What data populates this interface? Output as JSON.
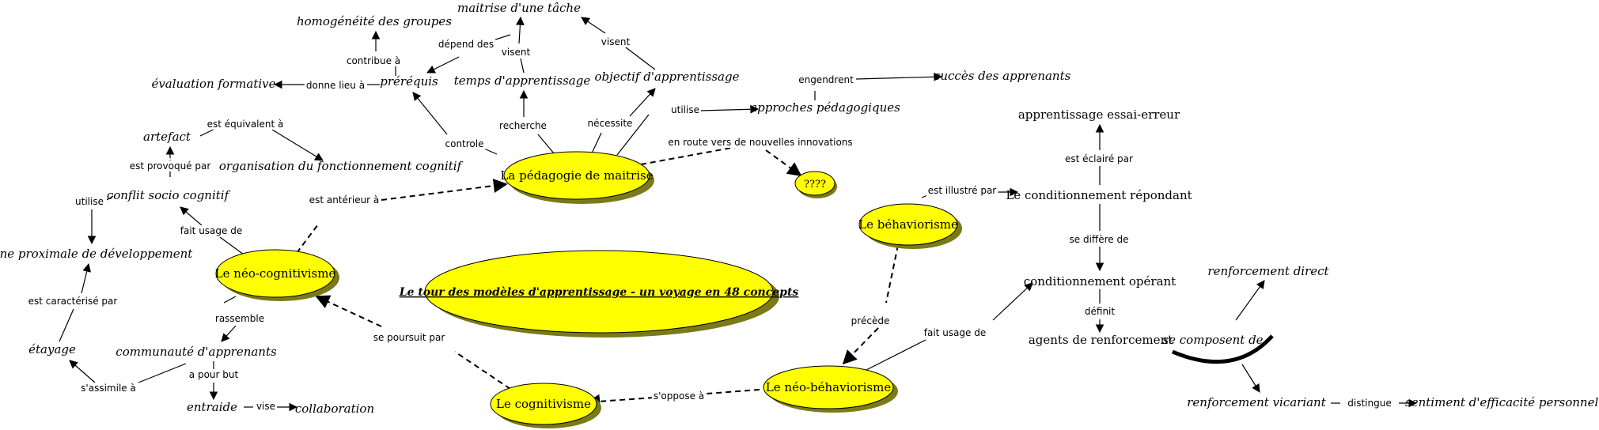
{
  "title": "Le tour des modèles d'apprentissage - un voyage en 48 concepts",
  "bubbles": {
    "pedagogie": "La pédagogie de maitrise",
    "neo_cognitivisme": "Le néo-cognitivisme",
    "cognitivisme": "Le cognitivisme",
    "neo_behaviorisme": "Le néo-béhaviorisme",
    "behaviorisme": "Le béhaviorisme",
    "unknown": "????"
  },
  "concepts": {
    "homogeneite": "homogénéité des groupes",
    "maitrise_tache": "maitrise d'une tâche",
    "evaluation_formative": "évaluation formative",
    "prerequis": "préréquis",
    "temps": "temps d'apprentissage",
    "objectif": "objectif d'apprentissage",
    "succes": "succès des apprenants",
    "approches": "approches pédagogiques",
    "artefact": "artefact",
    "organisation": "organisation du fonctionnement cognitif",
    "conflit": "conflit socio cognitif",
    "zone": "zone proximale de développement",
    "etayage": "étayage",
    "communaute": "communauté d'apprenants",
    "entraide": "entraide",
    "collaboration": "collaboration",
    "essai_erreur": "apprentissage essai-erreur",
    "conditionnement_repondant": "Le conditionnement répondant",
    "conditionnement_operant": "conditionnement opérant",
    "agents": "agents de renforcement",
    "se_composent": "se composent de",
    "renforcement_direct": "renforcement direct",
    "renforcement_vicariant": "renforcement vicariant",
    "efficacite": "sentiment d'efficacité personnelle"
  },
  "links": {
    "contribue": "contribue à",
    "depend": "dépend des",
    "visent1": "visent",
    "visent2": "visent",
    "donne_lieu": "donne lieu à",
    "engendrent": "engendrent",
    "utilise1": "utilise",
    "controle": "controle",
    "recherche": "recherche",
    "necessite": "nécessite",
    "en_route": "en route vers de nouvelles innovations",
    "equivalent": "est équivalent à",
    "provoque": "est provoqué par",
    "utilise2": "utilise",
    "anterieur": "est antérieur à",
    "fait_usage1": "fait usage de",
    "caracterise": "est caractérisé par",
    "rassemble": "rassemble",
    "poursuit": "se poursuit par",
    "assimile": "s'assimile à",
    "but": "a pour but",
    "vise": "vise",
    "oppose": "s'oppose à",
    "illustre": "est illustré par",
    "eclaire": "est éclairé par",
    "differe": "se diffère de",
    "precede": "précède",
    "fait_usage2": "fait usage de",
    "definit": "définit",
    "distingue": "distingue"
  }
}
